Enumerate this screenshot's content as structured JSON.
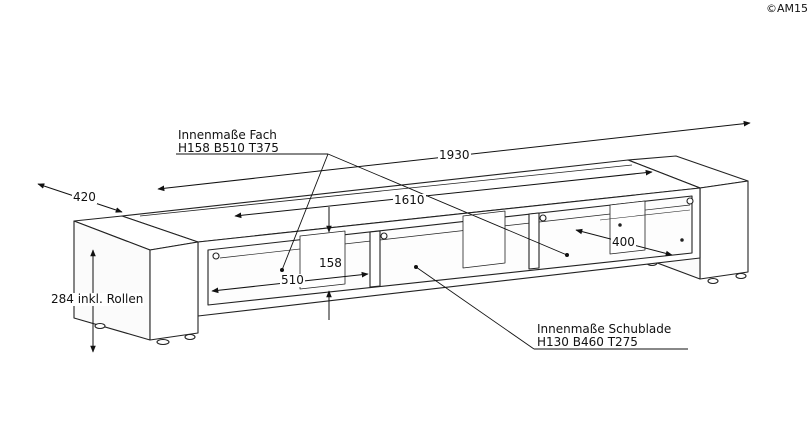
{
  "copyright": "©AM15",
  "labels": {
    "fach_title": "Innenmaße Fach",
    "fach_dims": "H158 B510 T375",
    "schublade_title": "Innenmaße Schublade",
    "schublade_dims": "H130 B460 T275",
    "dim_total_width": "1930",
    "dim_inner_width": "1610",
    "dim_depth": "420",
    "dim_height": "284 inkl. Rollen",
    "dim_fach_height": "158",
    "dim_fach_width": "510",
    "dim_drawer_depth": "400"
  }
}
